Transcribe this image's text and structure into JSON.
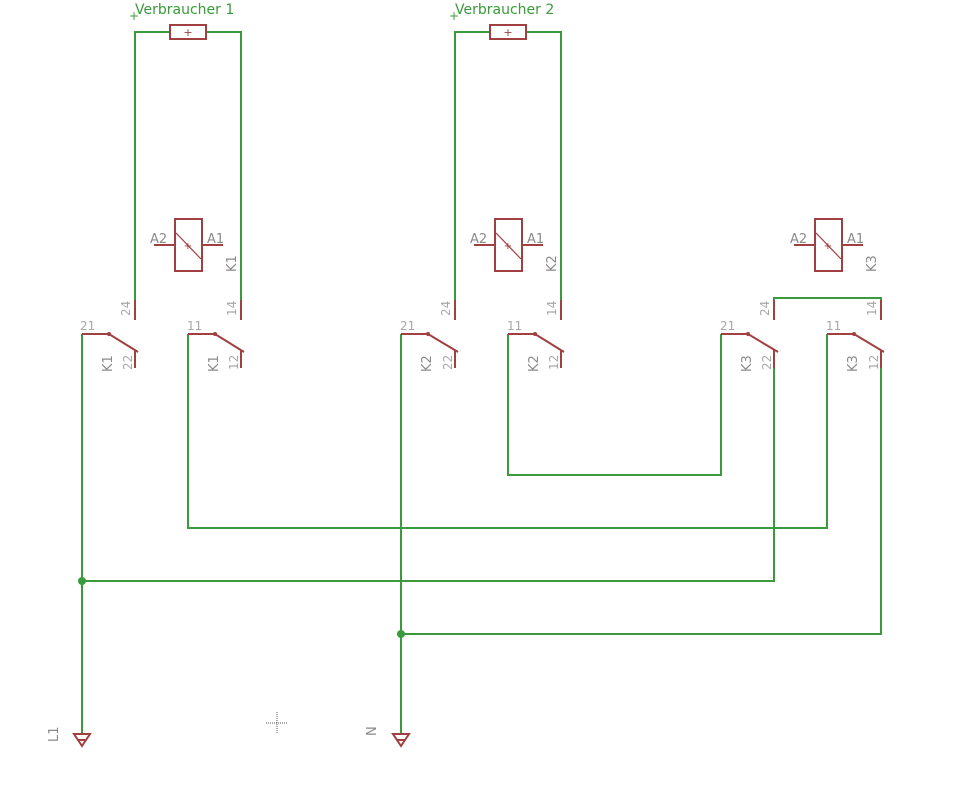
{
  "loads": [
    {
      "label": "Verbraucher 1",
      "marker": "+"
    },
    {
      "label": "Verbraucher 2",
      "marker": "+"
    }
  ],
  "coils": [
    {
      "name": "K1",
      "a2": "A2",
      "a1": "A1",
      "marker": "+"
    },
    {
      "name": "K2",
      "a2": "A2",
      "a1": "A1",
      "marker": "+"
    },
    {
      "name": "K3",
      "a2": "A2",
      "a1": "A1",
      "marker": "+"
    }
  ],
  "contact_groups": [
    {
      "name": "K1",
      "c1_top": "24",
      "c1_com": "21",
      "c1_bot": "22",
      "c2_top": "14",
      "c2_com": "11",
      "c2_bot": "12"
    },
    {
      "name": "K2",
      "c1_top": "24",
      "c1_com": "21",
      "c1_bot": "22",
      "c2_top": "14",
      "c2_com": "11",
      "c2_bot": "12"
    },
    {
      "name": "K3",
      "c1_top": "24",
      "c1_com": "21",
      "c1_bot": "22",
      "c2_top": "14",
      "c2_com": "11",
      "c2_bot": "12"
    }
  ],
  "supply": {
    "l1": "L1",
    "n": "N"
  },
  "colors": {
    "wire": "#3b9a3b",
    "symbol": "#a04040",
    "label": "#8a8a8a"
  }
}
